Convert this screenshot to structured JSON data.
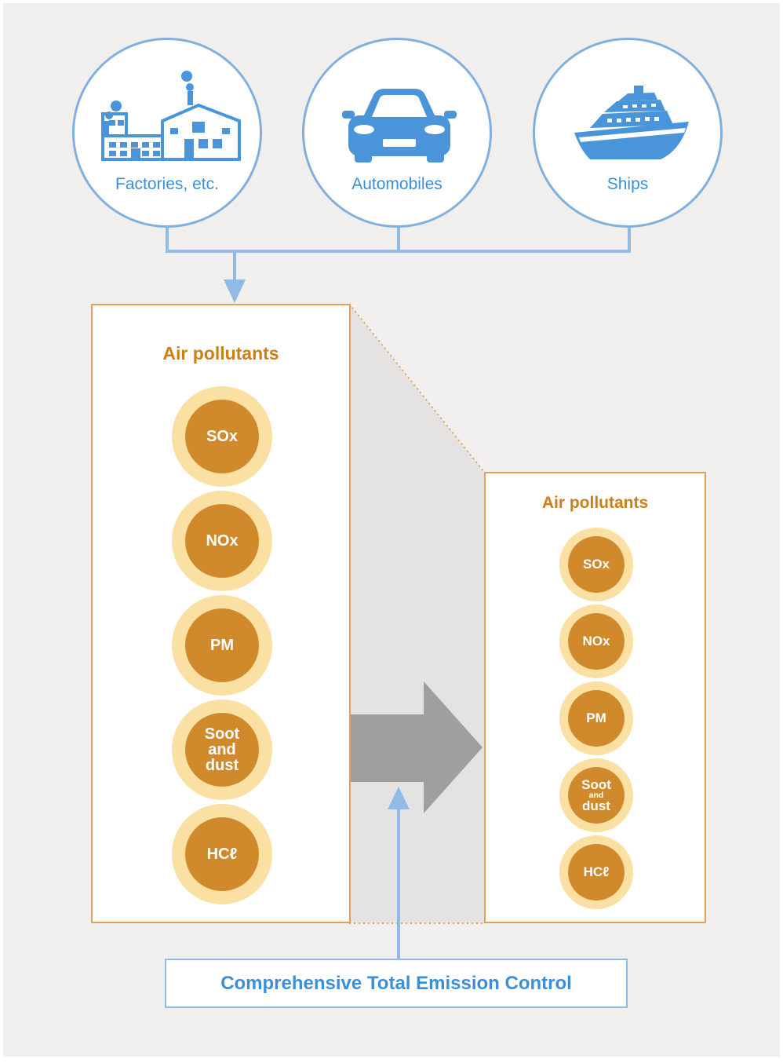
{
  "sources": [
    {
      "label": "Factories, etc.",
      "icon": "factory-icon"
    },
    {
      "label": "Automobiles",
      "icon": "car-icon"
    },
    {
      "label": "Ships",
      "icon": "ship-icon"
    }
  ],
  "before_panel": {
    "title": "Air pollutants",
    "items": [
      {
        "lines": [
          "SOx"
        ]
      },
      {
        "lines": [
          "NOx"
        ]
      },
      {
        "lines": [
          "PM"
        ]
      },
      {
        "lines": [
          "Soot",
          "and",
          "dust"
        ]
      },
      {
        "lines": [
          "HCℓ"
        ]
      }
    ]
  },
  "after_panel": {
    "title": "Air pollutants",
    "items": [
      {
        "lines": [
          "SOx"
        ]
      },
      {
        "lines": [
          "NOx"
        ]
      },
      {
        "lines": [
          "PM"
        ]
      },
      {
        "lines": [
          "Soot",
          "and",
          "dust"
        ]
      },
      {
        "lines": [
          "HCℓ"
        ]
      }
    ]
  },
  "control": {
    "label": "Comprehensive Total Emission Control"
  },
  "colors": {
    "background": "#f0efed",
    "blue": "#3c8fd7",
    "blue_line": "#7fb0e0",
    "orange_title": "#cc7e17",
    "pollutant_core": "#d08a2c",
    "pollutant_halo": "#fbe0a4",
    "reduction_arrow": "#9f9f9f",
    "funnel": "#e4e3e1"
  }
}
